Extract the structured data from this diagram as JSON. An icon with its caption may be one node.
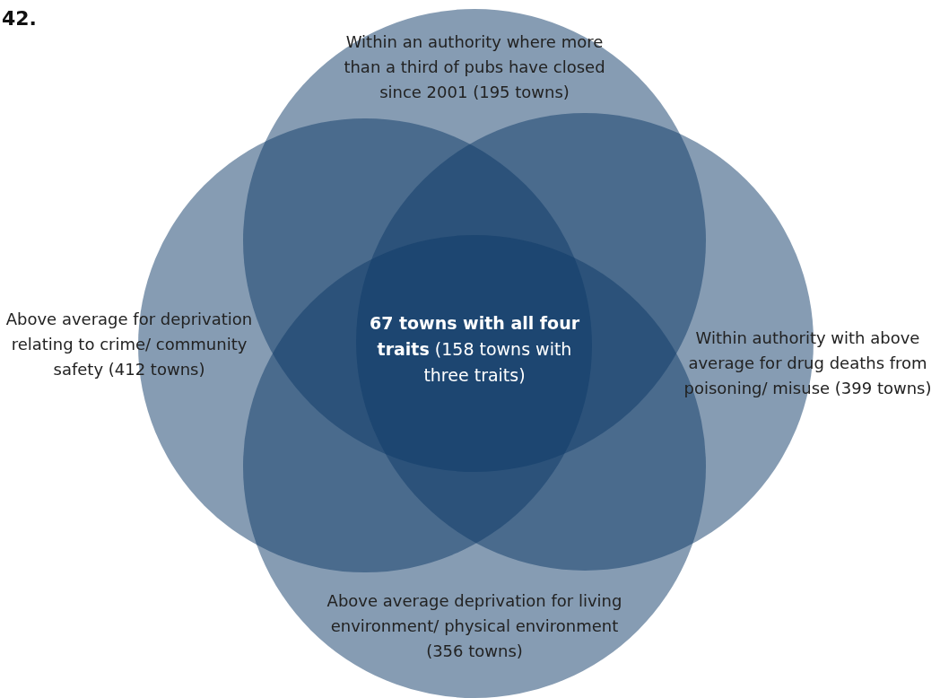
{
  "diagram": {
    "nodes": [
      {
        "text": [
          "Within an authority where more than a third of pubs have closed since 2001 (195 towns)"
        ]
      },
      {
        "text": [
          "Above average for deprivation relating to crime/ community safety (412 towns)"
        ]
      },
      {
        "text": [
          "Within authority with above average for drug deaths from poisoning/ misuse (399 towns)"
        ]
      },
      {
        "text": [
          "Above average deprivation for living environment/ physical environment (356 towns)"
        ]
      }
    ],
    "edges": [],
    "labels": [
      "42.",
      "**67 towns with all four traits** (158 towns with three traits)"
    ]
  }
}
